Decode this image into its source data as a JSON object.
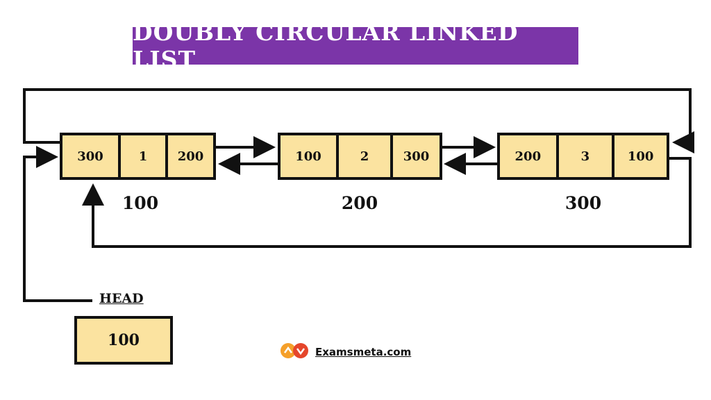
{
  "title": "DOUBLY CIRCULAR LINKED LIST",
  "nodes": [
    {
      "address": "100",
      "prev": "300",
      "data": "1",
      "next": "200"
    },
    {
      "address": "200",
      "prev": "100",
      "data": "2",
      "next": "300"
    },
    {
      "address": "300",
      "prev": "200",
      "data": "3",
      "next": "100"
    }
  ],
  "head": {
    "label": "HEAD",
    "value": "100"
  },
  "brand": {
    "name": "Examsmeta.com",
    "logo_icon": "examsmeta-logo-icon"
  },
  "colors": {
    "banner": "#7b35a8",
    "node_fill": "#fbe3a0",
    "line": "#111111",
    "logo_orange": "#f5a02a",
    "logo_red": "#e5462b"
  }
}
